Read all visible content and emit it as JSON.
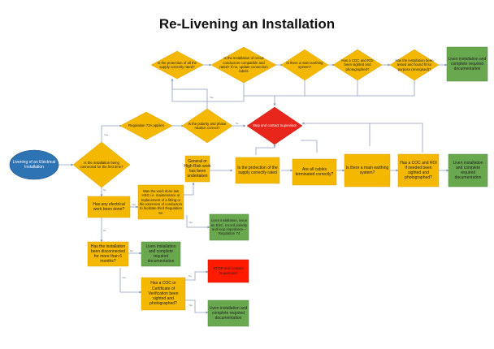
{
  "title": "Re-Livening an Installation",
  "nodes": {
    "start": "Livening of an Electrical Installation",
    "d_first_time": "Is the installation being connected for the first time?",
    "d_reg73": "Regulation 73A applies",
    "d_polarity_top": "Is the polarity and phase rotation correct?",
    "stop_contact": "Stop and contact Supervisor",
    "d_protection_top": "Is the protection of all the supply correctly rated?",
    "d_conductors_top": "Is the installation of circuit conductors compatible and rated? If no, update connection labels",
    "d_main_earthing_top": "Is there a main earthing system?",
    "d_coc_top": "Has a COC and ROI been sighted and photographed?",
    "d_fit_top": "Has the installation been tested and found fit for purpose (energised)?",
    "end_top": "Liven installation and complete required documentation",
    "r_work_done": "Has any electrical work been done?",
    "r_work_done_law": "Was the work done law HSG i.e. maintenance or replacement of a fitting or the extension of conductors to facilitate third Regulation 6A",
    "r_general_hv": "General or High Risk work has been undertaken",
    "d_protection_mid": "Is the protection of the supply correctly rated",
    "d_cables": "Are all cables terminated correctly?",
    "d_main_earthing_mid": "Is there a main earthing system?",
    "d_coc_mid": "Has a COC and ROI if needed been sighted and photographed?",
    "end_mid": "Liven installation and complete required documentation",
    "end_esc": "Liven installation, issue an ESC, record polarity and loop impedance – Regulation 74",
    "r_disconnected": "Has the installation been disconnected for more than 6 months?",
    "end_6m": "Liven installation and complete required documentation",
    "stop_6m": "STOP and contact Supervisor",
    "r_coc_cov": "Has a COC or Certificate of Verification been sighted and photographed?",
    "end_bottom": "Liven installation and complete required documentation"
  },
  "edge_labels": {
    "yes": "Yes",
    "no": "No"
  }
}
